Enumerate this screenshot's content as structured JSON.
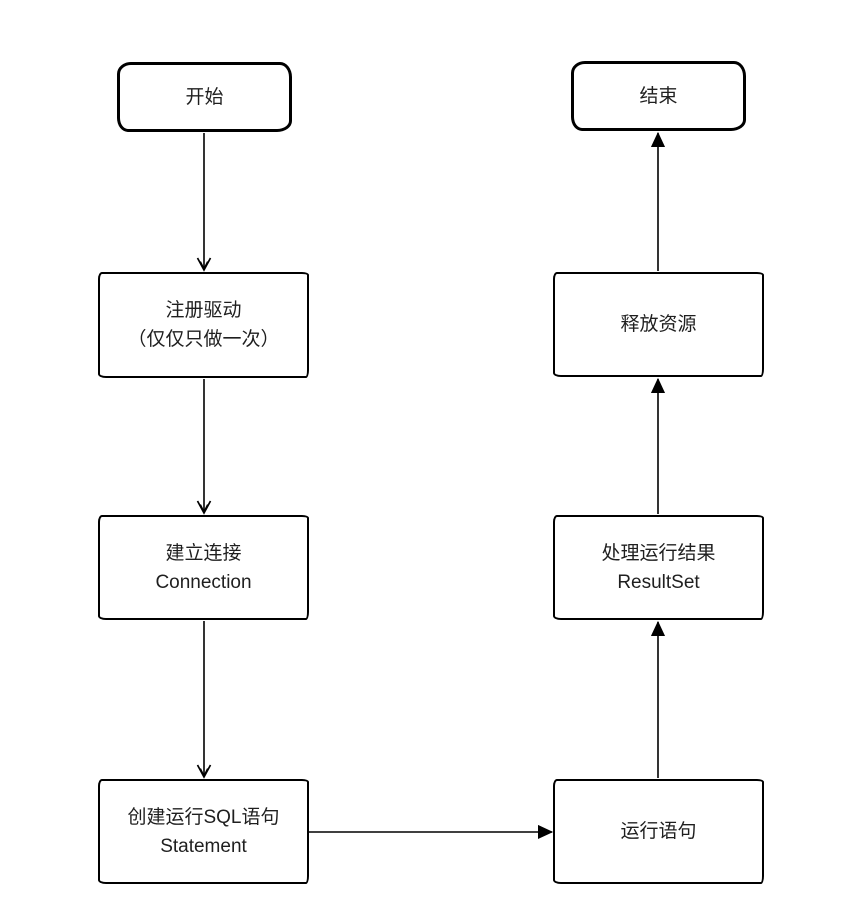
{
  "page": {
    "background_color": "#ffffff",
    "stroke_color": "#000000",
    "text_color": "#1f1f1f"
  },
  "flowchart": {
    "nodes": {
      "start": {
        "label": "开始",
        "shape": "rounded"
      },
      "register_driver": {
        "line1": "注册驱动",
        "line2": "（仅仅只做一次）",
        "shape": "rect"
      },
      "connection": {
        "line1": "建立连接",
        "line2": "Connection",
        "shape": "rect"
      },
      "statement": {
        "line1": "创建运行SQL语句",
        "line2": "Statement",
        "shape": "rect"
      },
      "execute": {
        "label": "运行语句",
        "shape": "rect"
      },
      "resultset": {
        "line1": "处理运行结果",
        "line2": "ResultSet",
        "shape": "rect"
      },
      "release": {
        "label": "释放资源",
        "shape": "rect"
      },
      "end": {
        "label": "结束",
        "shape": "rounded"
      }
    },
    "edges": [
      {
        "from": "start",
        "to": "register_driver",
        "direction": "down",
        "arrowhead": "open"
      },
      {
        "from": "register_driver",
        "to": "connection",
        "direction": "down",
        "arrowhead": "open"
      },
      {
        "from": "connection",
        "to": "statement",
        "direction": "down",
        "arrowhead": "open"
      },
      {
        "from": "statement",
        "to": "execute",
        "direction": "right",
        "arrowhead": "filled"
      },
      {
        "from": "execute",
        "to": "resultset",
        "direction": "up",
        "arrowhead": "filled"
      },
      {
        "from": "resultset",
        "to": "release",
        "direction": "up",
        "arrowhead": "filled"
      },
      {
        "from": "release",
        "to": "end",
        "direction": "up",
        "arrowhead": "filled"
      }
    ]
  }
}
